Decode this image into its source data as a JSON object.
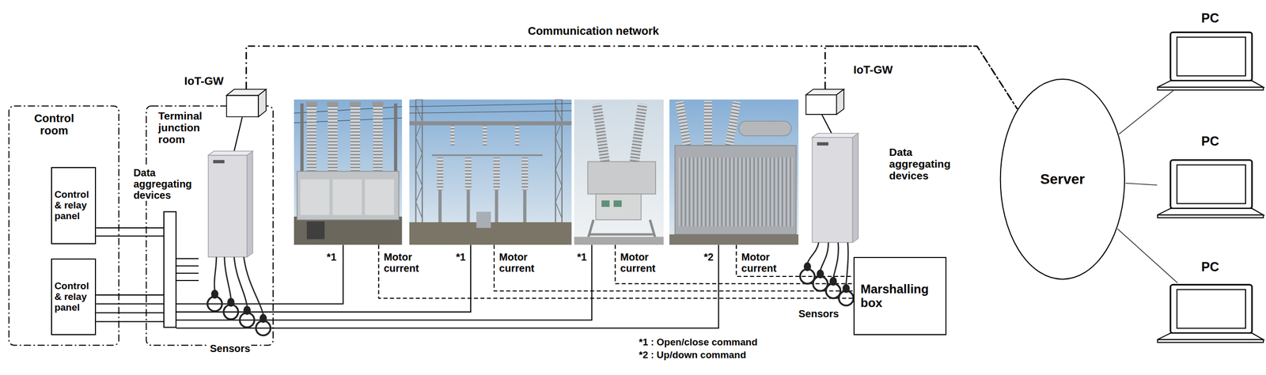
{
  "diagram": {
    "nodes": [
      {
        "text": [
          "Control room"
        ]
      },
      {
        "text": [
          "Control & relay panel"
        ],
        "in": 0
      },
      {
        "text": [
          "Control & relay panel"
        ],
        "in": 0
      },
      {
        "text": [
          "Terminal junction room"
        ]
      },
      {
        "text": [
          "IoT-GW"
        ]
      },
      {
        "text": [
          "IoT-GW"
        ]
      },
      {
        "text": [
          "Marshalling box"
        ]
      },
      {
        "text": [
          "Server"
        ]
      },
      {
        "text": [
          "PC"
        ]
      },
      {
        "text": [
          "PC"
        ]
      },
      {
        "text": [
          "PC"
        ]
      }
    ],
    "edges": [
      {
        "from": 4,
        "to": 7,
        "arrow": "none"
      },
      {
        "from": 5,
        "to": 7,
        "arrow": "none"
      },
      {
        "from": 7,
        "to": 8,
        "arrow": "none"
      },
      {
        "from": 7,
        "to": 9,
        "arrow": "none"
      },
      {
        "from": 7,
        "to": 10,
        "arrow": "none"
      }
    ],
    "labels": [
      "Communication network",
      "Data aggregating devices",
      "*1",
      "Motor current",
      "*1",
      "Motor current",
      "*1",
      "Motor current",
      "*2",
      "Motor current",
      "Data aggregating devices",
      "Sensors",
      "Sensors",
      "*1 : Open/close command",
      "*2 : Up/down command"
    ]
  }
}
